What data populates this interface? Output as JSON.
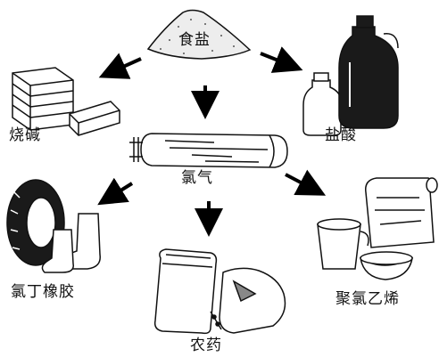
{
  "labels": {
    "salt": "食盐",
    "caustic_soda": "烧碱",
    "hydrochloric_acid": "盐酸",
    "chlorine": "氯气",
    "neoprene": "氯丁橡胶",
    "pvc": "聚氯乙烯",
    "pesticide": "农药"
  }
}
